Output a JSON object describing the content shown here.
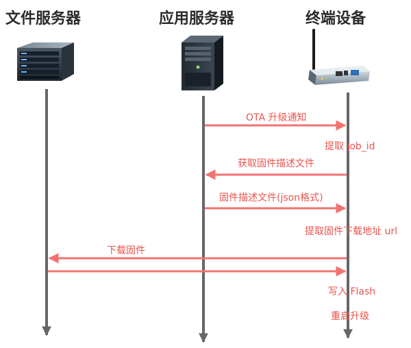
{
  "actors": [
    {
      "id": "file_server",
      "title": "文件服务器",
      "icon": "server-rack-icon"
    },
    {
      "id": "app_server",
      "title": "应用服务器",
      "icon": "tower-server-icon"
    },
    {
      "id": "device",
      "title": "终端设备",
      "icon": "wireless-router-icon"
    }
  ],
  "messages": [
    {
      "from": "app_server",
      "to": "device",
      "label": "OTA 升级通知"
    },
    {
      "from": "device",
      "to": "app_server",
      "label": "获取固件描述文件"
    },
    {
      "from": "app_server",
      "to": "device",
      "label": "固件描述文件(json格式)"
    },
    {
      "from": "device",
      "to": "file_server",
      "label": "下载固件"
    },
    {
      "from": "file_server",
      "to": "device",
      "label": ""
    }
  ],
  "notes": [
    {
      "actor": "device",
      "text": "提取 job_id"
    },
    {
      "actor": "device",
      "text": "提取固件下载地址 url"
    },
    {
      "actor": "device",
      "text": "写入 Flash"
    },
    {
      "actor": "device",
      "text": "重启升级"
    }
  ],
  "colors": {
    "lifeline": "#666666",
    "message": "#f07370",
    "label": "#e8544e",
    "title": "#2b2b2b"
  }
}
